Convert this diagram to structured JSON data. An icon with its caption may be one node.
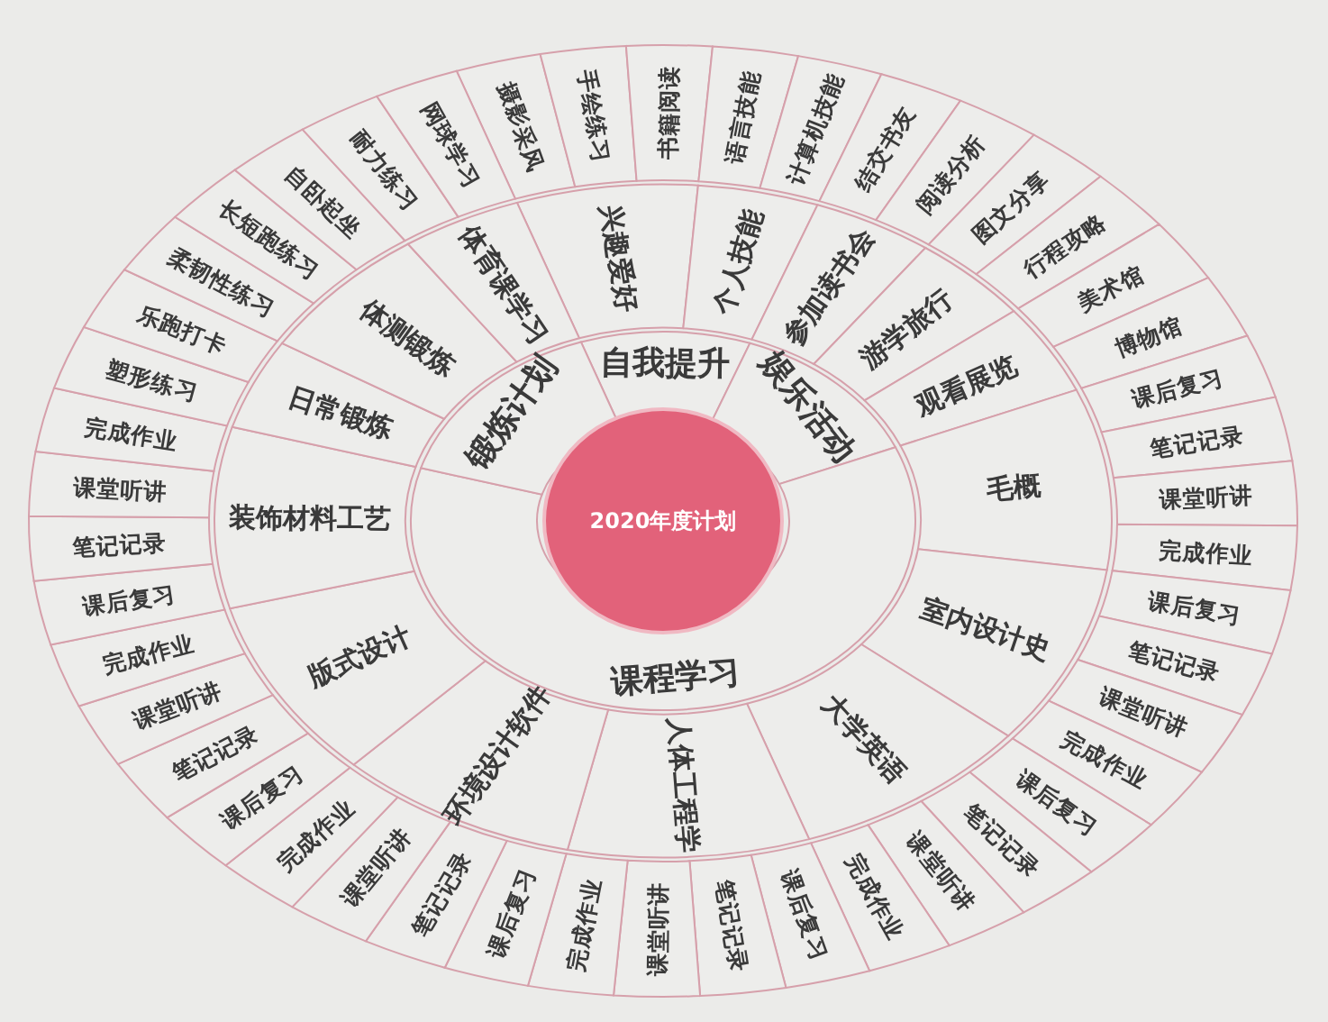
{
  "diagram": {
    "nodes": [
      {
        "text": [
          "2020年度计划"
        ]
      },
      {
        "text": [
          "自我提升"
        ]
      },
      {
        "text": [
          "娱乐活动"
        ]
      },
      {
        "text": [
          "课程学习"
        ]
      },
      {
        "text": [
          "锻炼计划"
        ]
      },
      {
        "text": [
          "兴趣爱好"
        ]
      },
      {
        "text": [
          "个人技能"
        ]
      },
      {
        "text": [
          "参加读书会"
        ]
      },
      {
        "text": [
          "游学旅行"
        ]
      },
      {
        "text": [
          "观看展览"
        ]
      },
      {
        "text": [
          "毛概"
        ]
      },
      {
        "text": [
          "室内设计史"
        ]
      },
      {
        "text": [
          "大学英语"
        ]
      },
      {
        "text": [
          "人体工程学"
        ]
      },
      {
        "text": [
          "环境设计软件"
        ]
      },
      {
        "text": [
          "版式设计"
        ]
      },
      {
        "text": [
          "装饰材料工艺"
        ]
      },
      {
        "text": [
          "日常锻炼"
        ]
      },
      {
        "text": [
          "体测锻炼"
        ]
      },
      {
        "text": [
          "体育课学习"
        ]
      },
      {
        "text": [
          "摄影采风"
        ]
      },
      {
        "text": [
          "手绘练习"
        ]
      },
      {
        "text": [
          "书籍阅读"
        ]
      },
      {
        "text": [
          "语言技能"
        ]
      },
      {
        "text": [
          "计算机技能"
        ]
      },
      {
        "text": [
          "结交书友"
        ]
      },
      {
        "text": [
          "阅读分析"
        ]
      },
      {
        "text": [
          "图文分享"
        ]
      },
      {
        "text": [
          "行程攻略"
        ]
      },
      {
        "text": [
          "美术馆"
        ]
      },
      {
        "text": [
          "博物馆"
        ]
      },
      {
        "text": [
          "课后复习"
        ]
      },
      {
        "text": [
          "笔记记录"
        ]
      },
      {
        "text": [
          "课堂听讲"
        ]
      },
      {
        "text": [
          "完成作业"
        ]
      },
      {
        "text": [
          "课后复习"
        ]
      },
      {
        "text": [
          "笔记记录"
        ]
      },
      {
        "text": [
          "课堂听讲"
        ]
      },
      {
        "text": [
          "完成作业"
        ]
      },
      {
        "text": [
          "课后复习"
        ]
      },
      {
        "text": [
          "笔记记录"
        ]
      },
      {
        "text": [
          "课堂听讲"
        ]
      },
      {
        "text": [
          "完成作业"
        ]
      },
      {
        "text": [
          "课后复习"
        ]
      },
      {
        "text": [
          "笔记记录"
        ]
      },
      {
        "text": [
          "课堂听讲"
        ]
      },
      {
        "text": [
          "完成作业"
        ]
      },
      {
        "text": [
          "课后复习"
        ]
      },
      {
        "text": [
          "笔记记录"
        ]
      },
      {
        "text": [
          "课堂听讲"
        ]
      },
      {
        "text": [
          "完成作业"
        ]
      },
      {
        "text": [
          "课后复习"
        ]
      },
      {
        "text": [
          "笔记记录"
        ]
      },
      {
        "text": [
          "课堂听讲"
        ]
      },
      {
        "text": [
          "完成作业"
        ]
      },
      {
        "text": [
          "课后复习"
        ]
      },
      {
        "text": [
          "笔记记录"
        ]
      },
      {
        "text": [
          "课堂听讲"
        ]
      },
      {
        "text": [
          "完成作业"
        ]
      },
      {
        "text": [
          "塑形练习"
        ]
      },
      {
        "text": [
          "乐跑打卡"
        ]
      },
      {
        "text": [
          "柔韧性练习"
        ]
      },
      {
        "text": [
          "长短跑练习"
        ]
      },
      {
        "text": [
          "自卧起坐"
        ]
      },
      {
        "text": [
          "耐力练习"
        ]
      },
      {
        "text": [
          "网球学习"
        ]
      }
    ]
  }
}
